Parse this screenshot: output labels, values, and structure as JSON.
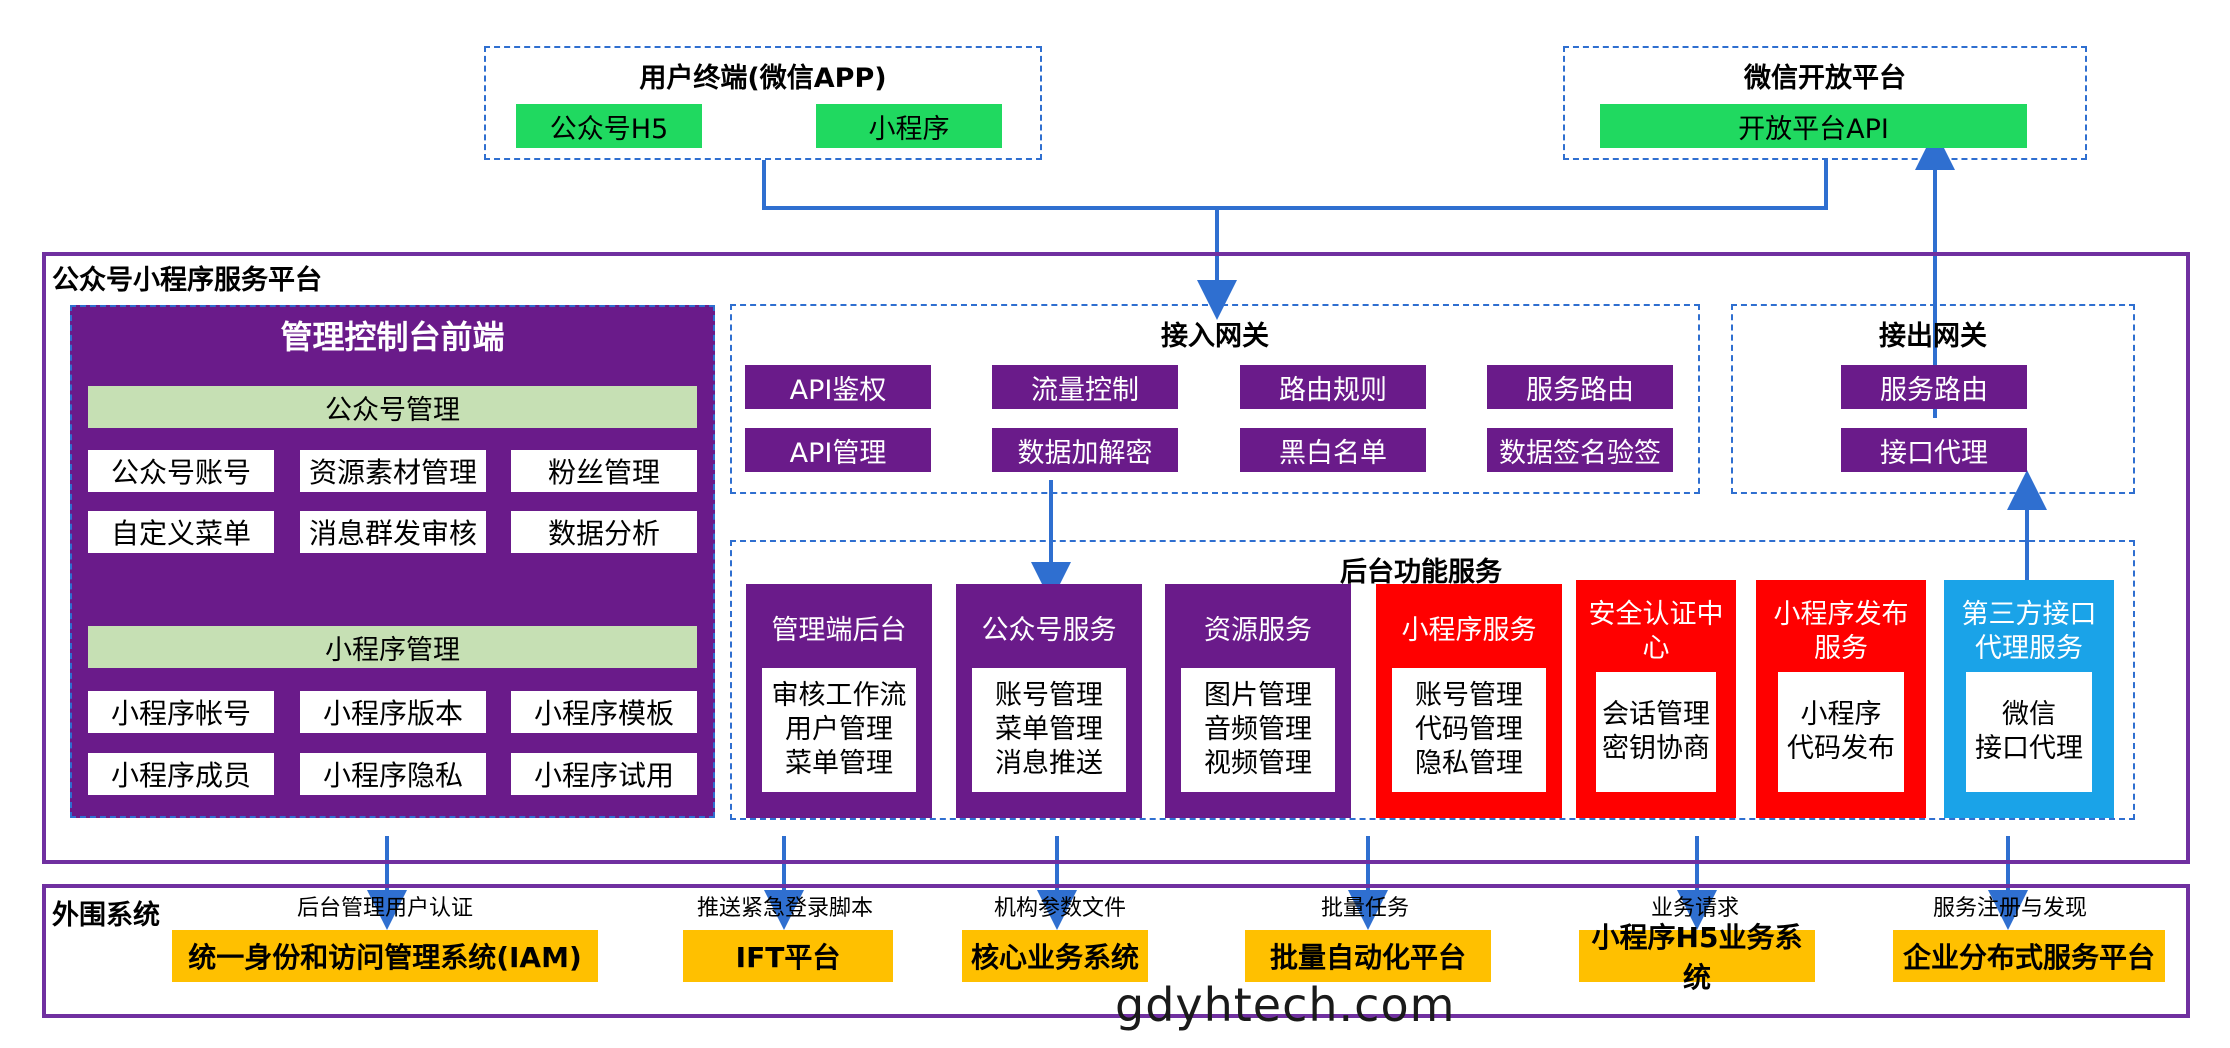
{
  "user_terminal": {
    "title": "用户终端(微信APP)",
    "items": [
      "公众号H5",
      "小程序"
    ]
  },
  "wechat_open": {
    "title": "微信开放平台",
    "api": "开放平台API"
  },
  "platform": {
    "title": "公众号小程序服务平台"
  },
  "console": {
    "title": "管理控制台前端",
    "gzh": {
      "header": "公众号管理",
      "items": [
        "公众号账号",
        "资源素材管理",
        "粉丝管理",
        "自定义菜单",
        "消息群发审核",
        "数据分析"
      ]
    },
    "xcx": {
      "header": "小程序管理",
      "items": [
        "小程序帐号",
        "小程序版本",
        "小程序模板",
        "小程序成员",
        "小程序隐私",
        "小程序试用"
      ]
    }
  },
  "ingress": {
    "title": "接入网关",
    "items": [
      "API鉴权",
      "流量控制",
      "路由规则",
      "服务路由",
      "API管理",
      "数据加解密",
      "黑白名单",
      "数据签名验签"
    ]
  },
  "egress": {
    "title": "接出网关",
    "items": [
      "服务路由",
      "接口代理"
    ]
  },
  "backend": {
    "title": "后台功能服务",
    "services": [
      {
        "name": "管理端后台",
        "lines": [
          "审核工作流",
          "用户管理",
          "菜单管理"
        ]
      },
      {
        "name": "公众号服务",
        "lines": [
          "账号管理",
          "菜单管理",
          "消息推送"
        ]
      },
      {
        "name": "资源服务",
        "lines": [
          "图片管理",
          "音频管理",
          "视频管理"
        ]
      },
      {
        "name": "小程序服务",
        "lines": [
          "账号管理",
          "代码管理",
          "隐私管理"
        ]
      },
      {
        "name": "安全认证中心",
        "lines": [
          "会话管理",
          "密钥协商"
        ]
      },
      {
        "name": "小程序发布服务",
        "lines": [
          "小程序",
          "代码发布"
        ]
      },
      {
        "name": "第三方接口代理服务",
        "lines": [
          "微信",
          "接口代理"
        ]
      }
    ],
    "colors": {
      "purple": "#6a1b8a",
      "red": "#ff0000",
      "blue": "#1aa3e8"
    }
  },
  "external": {
    "title": "外围系统",
    "labels": [
      "后台管理用户认证",
      "推送紧急登录脚本",
      "机构参数文件",
      "批量任务",
      "业务请求",
      "服务注册与发现"
    ],
    "systems": [
      "统一身份和访问管理系统(IAM)",
      "IFT平台",
      "核心业务系统",
      "批量自动化平台",
      "小程序H5业务系统",
      "企业分布式服务平台"
    ]
  },
  "watermark": "gdyhtech.com"
}
